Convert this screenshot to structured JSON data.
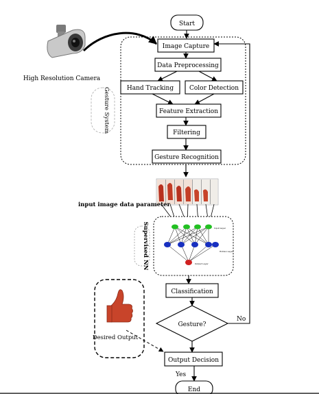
{
  "diagram": {
    "start": "Start",
    "camera_label": "High Resolution Camera",
    "gesture_system_label": "Gesture System",
    "nodes": {
      "image_capture": "Image Capture",
      "data_preprocessing": "Data Preprocessing",
      "hand_tracking": "Hand Tracking",
      "color_detection": "Color Detection",
      "feature_extraction": "Feature Extraction",
      "filtering": "Filtering",
      "gesture_recognition": "Gesture Recognition"
    },
    "input_param_label": "input image data parameter",
    "supervised_nn_label": "Supervised NN",
    "nn_layers": {
      "input": "Input Layer",
      "hidden": "Hidden Layer",
      "output": "Output Layer"
    },
    "classification": "Classification",
    "decision": "Gesture?",
    "no_label": "No",
    "desired_output_label": "Desired Output",
    "output_decision": "Output Decision",
    "yes_label": "Yes",
    "end": "End"
  },
  "colors": {
    "input_nodes": "#22c022",
    "hidden_nodes": "#1830c0",
    "output_node": "#d02020",
    "thumb": "#c8442a"
  }
}
